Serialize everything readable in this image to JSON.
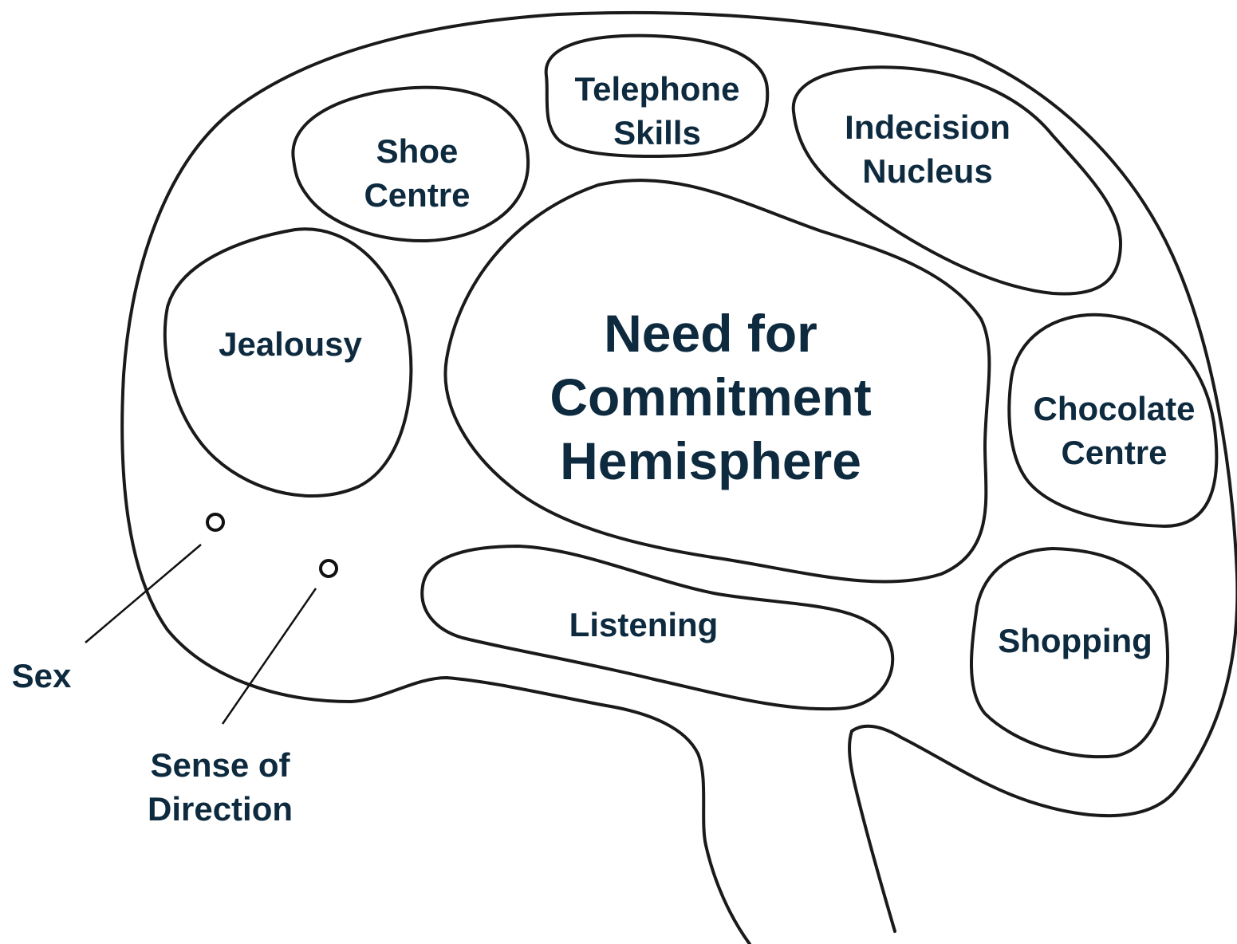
{
  "colors": {
    "label_text": "#0d2a3f",
    "outline": "#1a1a1a",
    "background": "#ffffff"
  },
  "regions": {
    "telephone": [
      "Telephone",
      "Skills"
    ],
    "shoe": [
      "Shoe",
      "Centre"
    ],
    "indecision": [
      "Indecision",
      "Nucleus"
    ],
    "jealousy": [
      "Jealousy"
    ],
    "commitment": [
      "Need for",
      "Commitment",
      "Hemisphere"
    ],
    "chocolate": [
      "Chocolate",
      "Centre"
    ],
    "listening": [
      "Listening"
    ],
    "shopping": [
      "Shopping"
    ]
  },
  "callouts": {
    "sex": [
      "Sex"
    ],
    "direction": [
      "Sense of",
      "Direction"
    ]
  }
}
